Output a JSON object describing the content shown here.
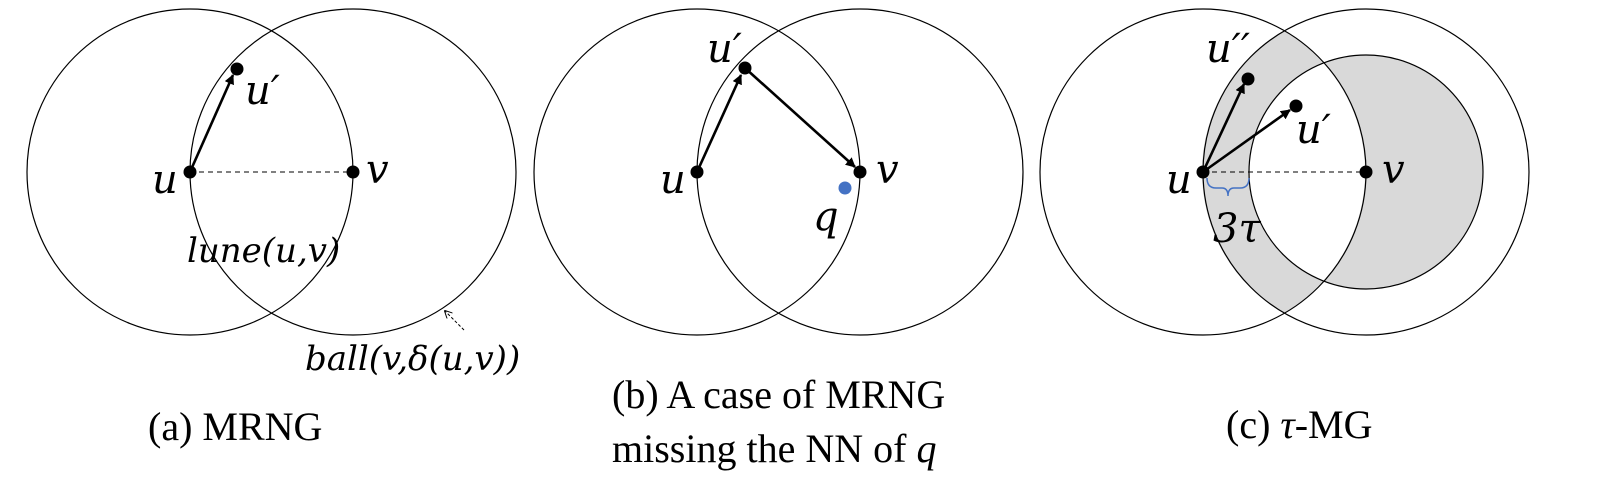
{
  "panel_a": {
    "labels": {
      "u": "u",
      "u_prime": "u′",
      "v": "v",
      "lune": "lune(u,v)",
      "ball": "ball(v,δ(u,v))"
    },
    "caption": "(a) MRNG"
  },
  "panel_b": {
    "labels": {
      "u": "u",
      "u_prime": "u′",
      "v": "v",
      "q": "q"
    },
    "caption_line1": "(b) A case of MRNG",
    "caption_line2_text": "missing the NN of ",
    "caption_line2_var": "q"
  },
  "panel_c": {
    "labels": {
      "u": "u",
      "u_prime": "u′",
      "u_dprime": "u′′",
      "v": "v",
      "three_tau": "3τ"
    },
    "caption_pre": "(c) ",
    "caption_var": "τ",
    "caption_post": "-MG"
  },
  "colors": {
    "ink": "#000000",
    "shaded_region": "#d9d9d9",
    "query_point": "#4472c4",
    "brace": "#4472c4"
  }
}
